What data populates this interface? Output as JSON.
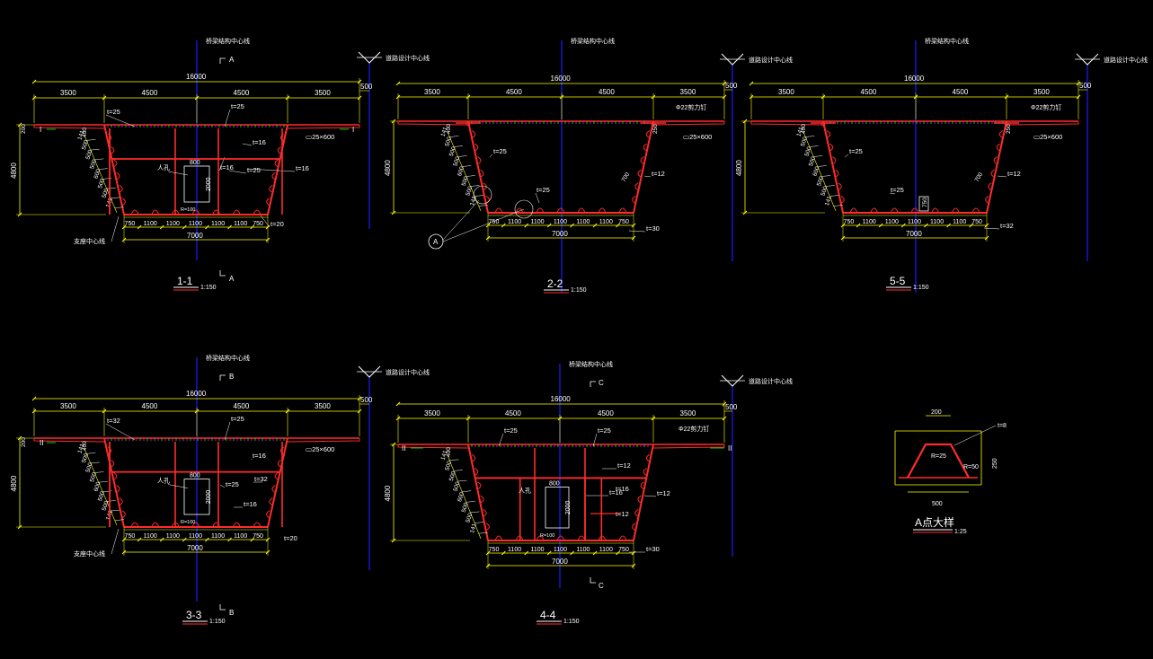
{
  "sections": [
    {
      "id": "s11",
      "type": "box",
      "title": "1-1",
      "scale": "1:150",
      "cut_mark": "A",
      "left_mark": "I",
      "right_mark": "I",
      "overall_width": "16000",
      "top_spans": [
        "3500",
        "4500",
        "4500",
        "3500"
      ],
      "bottom_spans": [
        "750",
        "1100",
        "1100",
        "1100",
        "1100",
        "1100",
        "750"
      ],
      "bottom_total": "7000",
      "height": "4800",
      "deck_thick": "200",
      "haunch": "400",
      "side_dims": [
        "141",
        "500",
        "500",
        "500",
        "600",
        "500",
        "500",
        "141"
      ],
      "right_offset": "500",
      "door_w": "800",
      "door_h": "2000",
      "door_label": "人孔",
      "door_sub": "R=100",
      "callouts": [
        "t=25",
        "t=25",
        "t=16",
        "t=16",
        "t=25",
        "t=16",
        "t=20"
      ],
      "rib_label": "▭25×600",
      "left_label": "支座中心线",
      "cl_label": "桥梁结构中心线",
      "road_label": "道路设计中心线"
    },
    {
      "id": "s22",
      "type": "open",
      "title": "2-2",
      "scale": "1:150",
      "overall_width": "16000",
      "top_spans": [
        "3500",
        "4500",
        "4500",
        "3500"
      ],
      "bottom_spans": [
        "750",
        "1100",
        "1100",
        "1100",
        "1100",
        "1100",
        "750"
      ],
      "bottom_total": "7000",
      "height": "4800",
      "haunch": "400",
      "haunch2": "250",
      "side_dims": [
        "141",
        "500",
        "500",
        "500",
        "600",
        "500",
        "500",
        "141"
      ],
      "right_offset": "500",
      "callouts": [
        "t=25",
        "t=25",
        "t=12",
        "t=30"
      ],
      "rib_label": "▭25×600",
      "stud_label": "Φ22剪力钉",
      "diag": "700",
      "detail_mark": "A",
      "cl_label": "桥梁结构中心线",
      "road_label": "道路设计中心线"
    },
    {
      "id": "s55",
      "type": "open",
      "title": "5-5",
      "scale": "1:150",
      "overall_width": "16000",
      "top_spans": [
        "3500",
        "4500",
        "4500",
        "3500"
      ],
      "bottom_spans": [
        "750",
        "1100",
        "1100",
        "1100",
        "1100",
        "1100",
        "750"
      ],
      "bottom_total": "7000",
      "height": "4800",
      "haunch": "400",
      "haunch2": "250",
      "side_dims": [
        "141",
        "500",
        "500",
        "500",
        "600",
        "500",
        "500",
        "141"
      ],
      "right_offset": "500",
      "callouts": [
        "t=25",
        "t=25",
        "t=12",
        "t=32"
      ],
      "rib_label": "▭25×600",
      "stud_label": "Φ22剪力钉",
      "diag": "700",
      "mid_dim": "750",
      "cl_label": "桥梁结构中心线",
      "road_label": "道路设计中心线"
    },
    {
      "id": "s33",
      "type": "box",
      "title": "3-3",
      "scale": "1:150",
      "cut_mark": "B",
      "left_mark": "II",
      "right_mark": "",
      "overall_width": "16000",
      "top_spans": [
        "3500",
        "4500",
        "4500",
        "3500"
      ],
      "bottom_spans": [
        "750",
        "1100",
        "1100",
        "1100",
        "1100",
        "1100",
        "750"
      ],
      "bottom_total": "7000",
      "height": "4800",
      "deck_thick": "200",
      "haunch": "400",
      "side_dims": [
        "141",
        "500",
        "500",
        "500",
        "600",
        "500",
        "500",
        "141"
      ],
      "right_offset": "500",
      "door_w": "800",
      "door_h": "2000",
      "door_label": "人孔",
      "door_sub": "R=100",
      "callouts": [
        "t=32",
        "t=25",
        "t=16",
        "t=32",
        "t=25",
        "t=16",
        "t=20"
      ],
      "rib_label": "▭25×600",
      "right_callout": "t=20",
      "left_label": "支座中心线",
      "cl_label": "桥梁结构中心线",
      "road_label": "道路设计中心线"
    },
    {
      "id": "s44",
      "type": "box2",
      "title": "4-4",
      "scale": "1:150",
      "cut_mark": "C",
      "left_mark": "II",
      "right_mark": "II",
      "overall_width": "16000",
      "top_spans": [
        "3500",
        "4500",
        "4500",
        "3500"
      ],
      "bottom_spans": [
        "750",
        "1100",
        "1100",
        "1100",
        "1100",
        "1100",
        "750"
      ],
      "bottom_total": "7000",
      "height": "4800",
      "haunch": "400",
      "side_dims": [
        "141",
        "500",
        "500",
        "500",
        "600",
        "500",
        "500",
        "141"
      ],
      "right_offset": "500",
      "door_w": "800",
      "door_h": "2000",
      "door_label": "人孔",
      "door_sub": "R=100",
      "callouts": [
        "t=25",
        "t=25",
        "t=12",
        "t=16",
        "t=16",
        "t=12",
        "t=12",
        "t=30"
      ],
      "stud_label": "Φ22剪力钉",
      "cl_label": "桥梁结构中心线",
      "road_label": "道路设计中心线"
    }
  ],
  "detail": {
    "title": "A点大样",
    "scale": "1:25",
    "top_w": "200",
    "bottom_w": "500",
    "height": "250",
    "thick": "t=8",
    "r1": "R=25",
    "r2": "R=50"
  },
  "colors": {
    "steel": "#ff2b2b",
    "dimension": "#ffff00",
    "centerline": "#1a1aff",
    "text": "#ffffff",
    "green": "#00ff00",
    "magenta": "#ff00ff",
    "cyan": "#00ffff"
  }
}
